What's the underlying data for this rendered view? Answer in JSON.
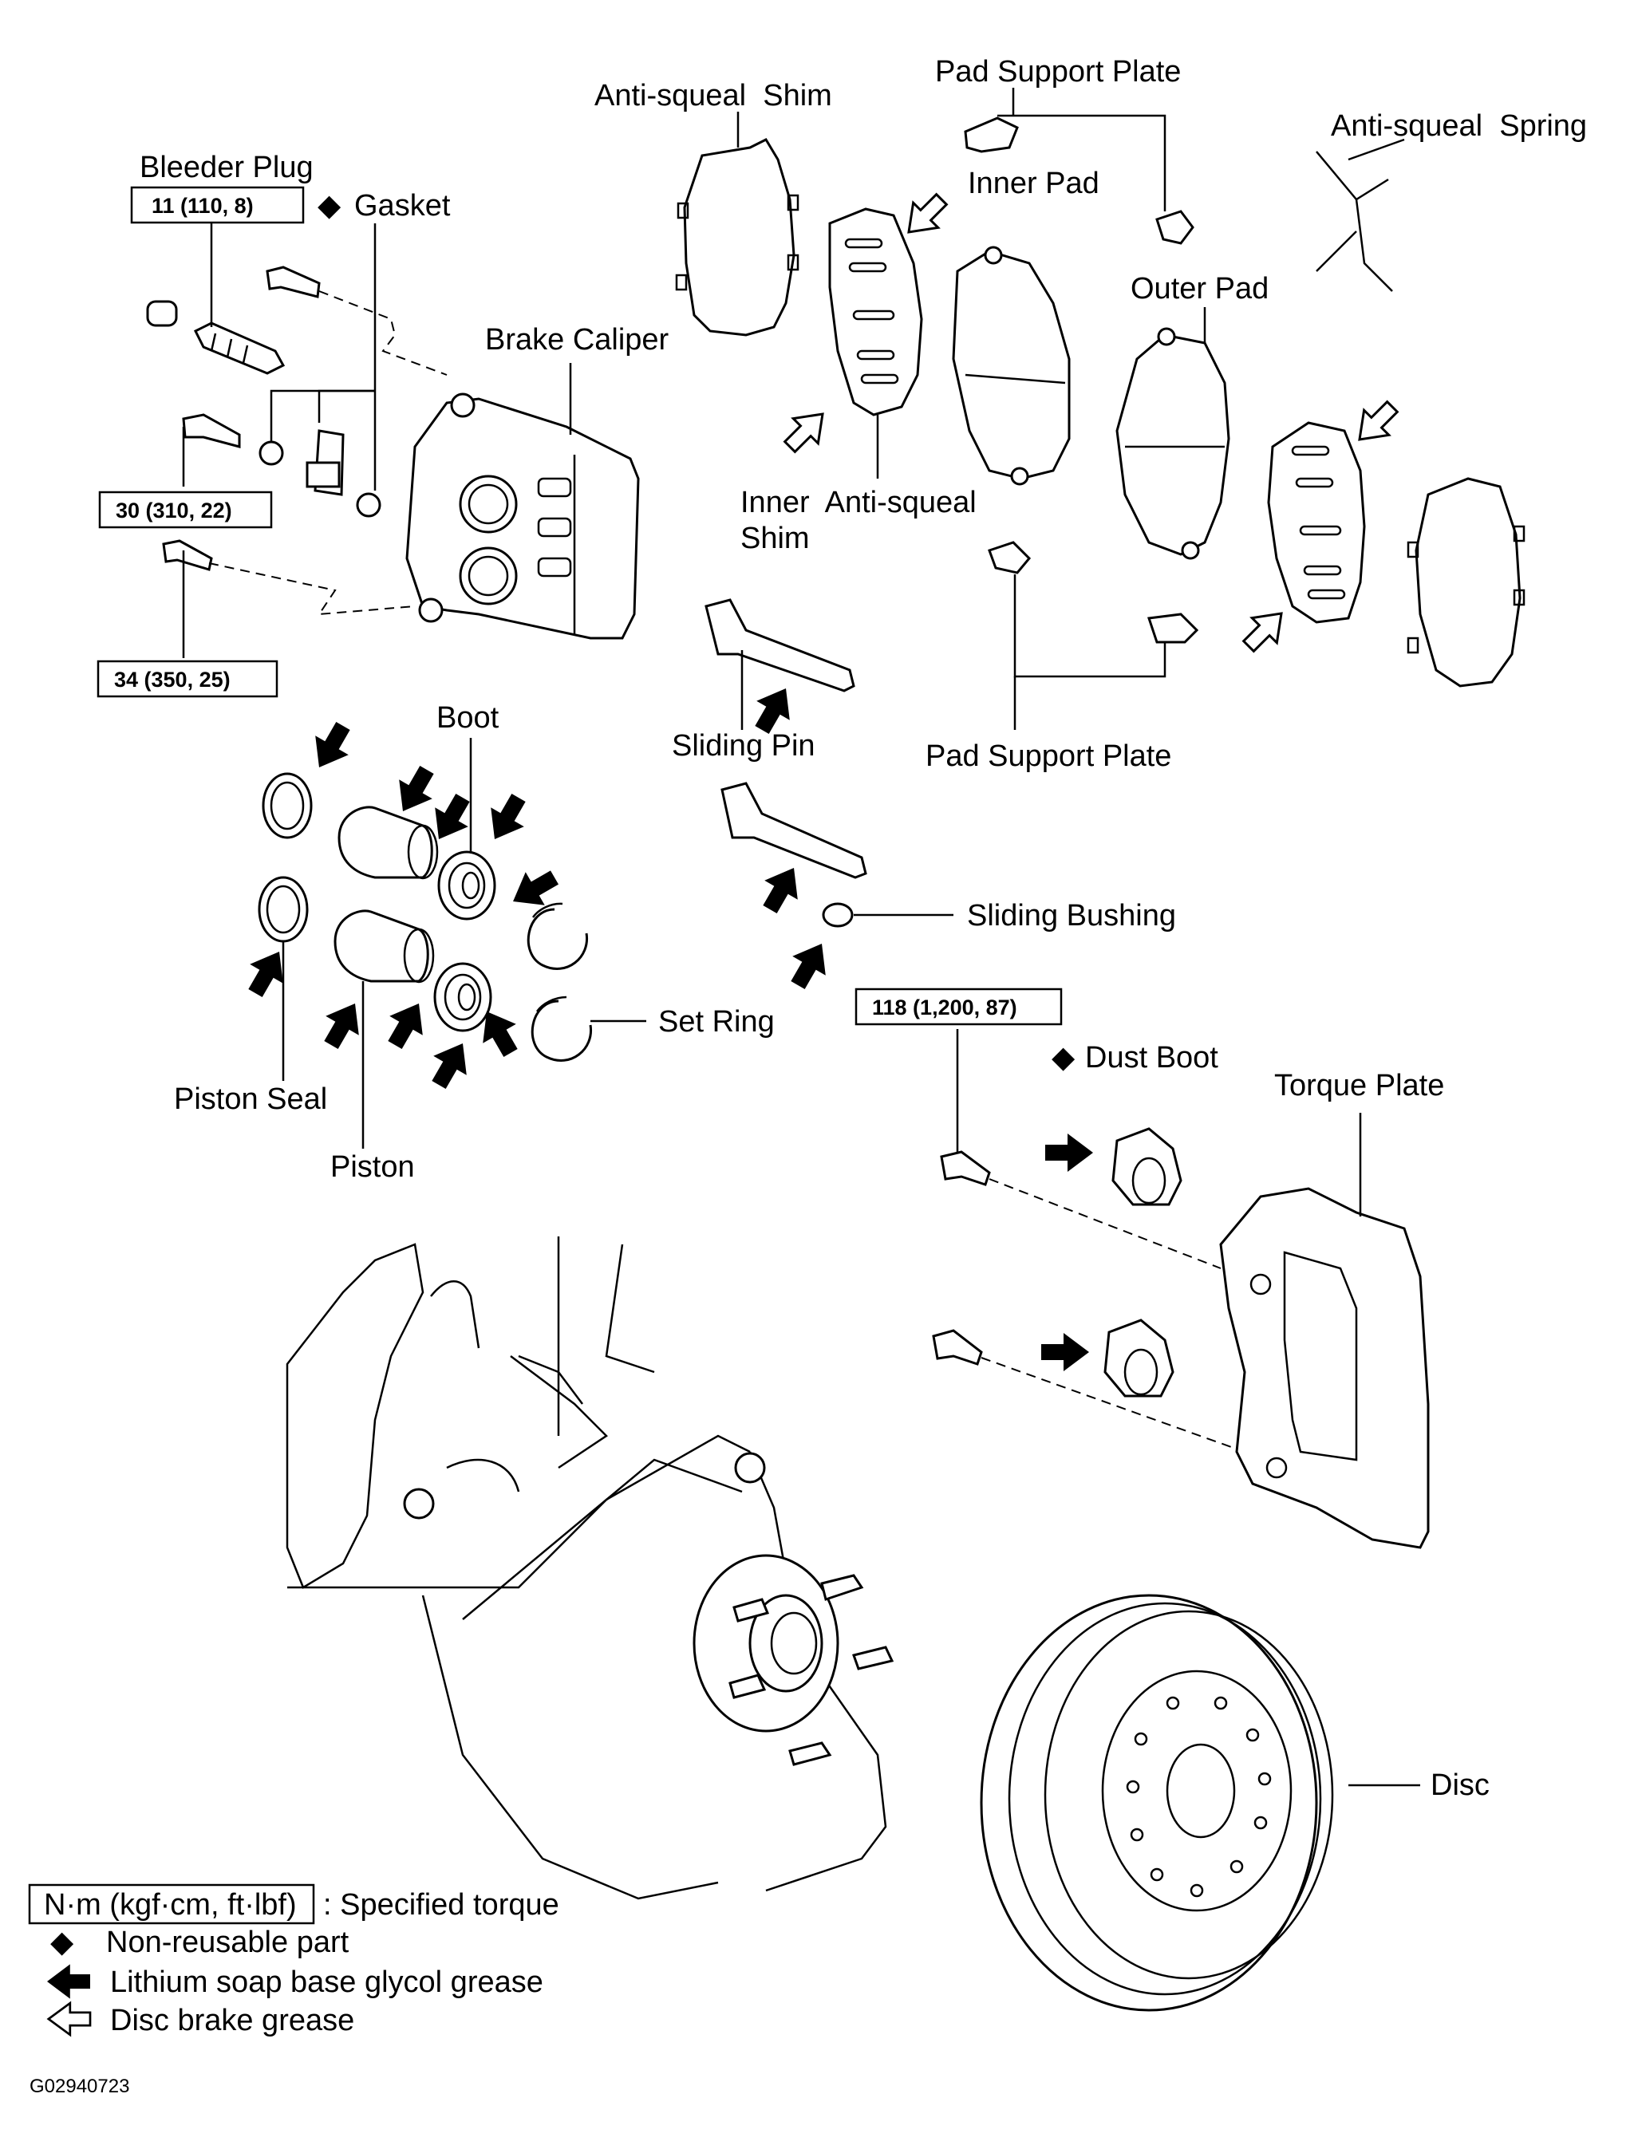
{
  "labels": {
    "bleeder_plug": "Bleeder Plug",
    "gasket": "Gasket",
    "brake_caliper": "Brake Caliper",
    "anti_squeal_shim": "Anti-squeal  Shim",
    "pad_support_plate_top": "Pad Support Plate",
    "inner_pad": "Inner Pad",
    "anti_squeal_spring": "Anti-squeal  Spring",
    "outer_pad": "Outer Pad",
    "inner_anti_squeal_shim_1": "Inner  Anti-squeal",
    "inner_anti_squeal_shim_2": "Shim",
    "boot": "Boot",
    "sliding_pin": "Sliding Pin",
    "pad_support_plate_bottom": "Pad Support Plate",
    "sliding_bushing": "Sliding Bushing",
    "set_ring": "Set Ring",
    "piston_seal": "Piston Seal",
    "piston": "Piston",
    "dust_boot": "Dust Boot",
    "torque_plate": "Torque Plate",
    "disc": "Disc"
  },
  "torque_specs": {
    "bleeder": "11 (110, 8)",
    "bolt_upper": "30 (310, 22)",
    "bolt_lower": "34 (350, 25)",
    "torque_plate": "118 (1,200, 87)"
  },
  "symbols": {
    "non_reusable": "◆"
  },
  "legend": {
    "unit_box": "N·m (kgf·cm, ft·lbf)",
    "unit_desc": ": Specified torque",
    "non_reusable": "Non-reusable part",
    "lithium": "Lithium soap base glycol grease",
    "disc_grease": "Disc brake grease"
  },
  "figure_code": "G02940723"
}
